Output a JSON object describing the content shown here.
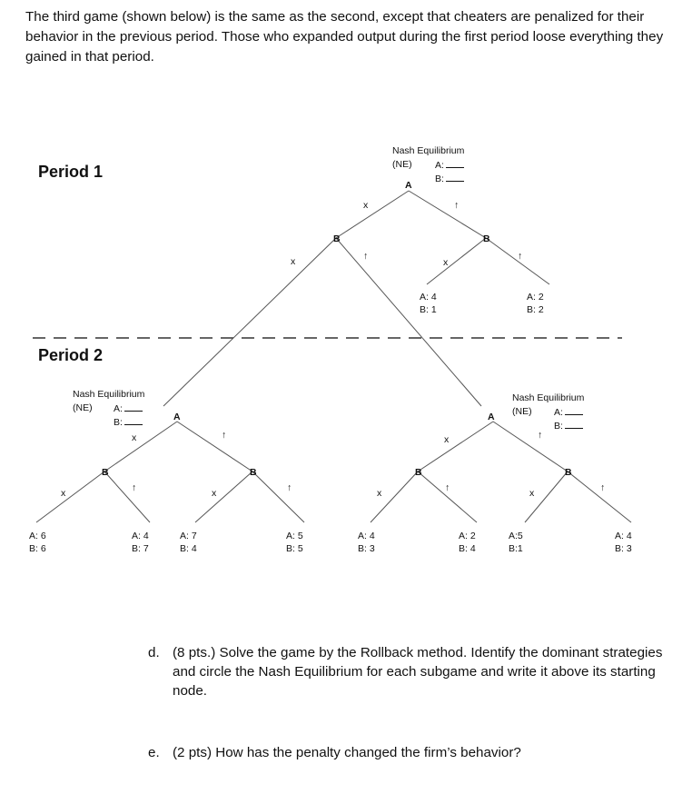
{
  "intro": "The third game (shown below) is the same as the second, except that cheaters are penalized for their behavior in the previous period.  Those who expanded output during the first period loose everything they gained in that period.",
  "periods": {
    "p1": "Period 1",
    "p2": "Period 2"
  },
  "ne": {
    "title": "Nash Equilibrium",
    "abbr": "(NE)",
    "a": "A:",
    "b": "B:"
  },
  "nodes": {
    "a": "A",
    "b": "B"
  },
  "moves": {
    "expand": "x",
    "hold": "↑"
  },
  "period1_payoffs": {
    "left": [
      "A: 4",
      "B: 1"
    ],
    "right": [
      "A: 2",
      "B: 2"
    ]
  },
  "period2_payoffs": [
    [
      "A: 6",
      "B: 6"
    ],
    [
      "A: 4",
      "B: 7"
    ],
    [
      "A: 7",
      "B: 4"
    ],
    [
      "A: 5",
      "B: 5"
    ],
    [
      "A: 4",
      "B: 3"
    ],
    [
      "A: 2",
      "B: 4"
    ],
    [
      "A:5",
      "B:1"
    ],
    [
      "A: 4",
      "B: 3"
    ]
  ],
  "questions": {
    "d_letter": "d.",
    "d_text": "(8 pts.) Solve the game by the Rollback method. Identify the dominant strategies and circle the Nash Equilibrium for each subgame and write it above its starting node.",
    "e_letter": "e.",
    "e_text": "(2 pts) How has the penalty changed the firm’s behavior?"
  }
}
